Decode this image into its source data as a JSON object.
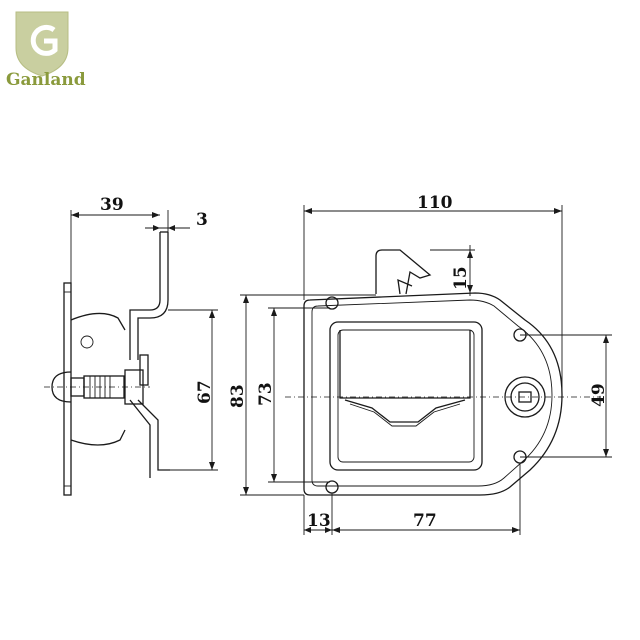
{
  "brand": {
    "name": "Ganland",
    "color": "#8a9a3c",
    "shield_color": "#c9cfa0",
    "logo_icon": "shield-g-icon"
  },
  "dimensions": {
    "side_width": "39",
    "side_thickness": "3",
    "side_height": "67",
    "total_width": "110",
    "hook_height": "15",
    "total_height": "83",
    "hole_spacing_vertical": "73",
    "right_hole_spacing": "49",
    "hole_offset_left": "13",
    "hole_spacing_horizontal": "77"
  }
}
